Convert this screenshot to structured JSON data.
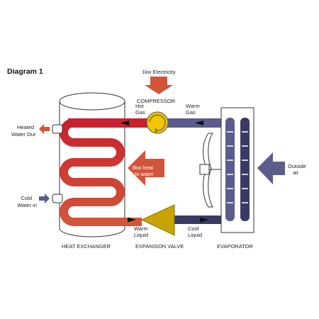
{
  "title": "Diagram 1",
  "colors": {
    "hot": "#c8202e",
    "warm": "#d2553a",
    "cold": "#5b5b8c",
    "heat_arrow": "#d2553a",
    "valve": "#c9a400",
    "compressor": "#f0c800",
    "evap_tube": "#3a3a66",
    "outline": "#333333"
  },
  "labels": {
    "electricity": "1kw Electricity",
    "compressor": "COMPRESSOR",
    "hot_gas_1": "Hot",
    "hot_gas_2": "Gas",
    "warm_gas_1": "Warm",
    "warm_gas_2": "Gas",
    "heated_water_1": "Heated",
    "heated_water_2": "Water Out",
    "cold_water_1": "Cold",
    "cold_water_2": "Water in",
    "heat_1": "3kw heat",
    "heat_2": "to water",
    "outside_air_1": "Outside",
    "outside_air_2": "air",
    "warm_liquid_1": "Warm",
    "warm_liquid_2": "Liquid",
    "cool_liquid_1": "Cool",
    "cool_liquid_2": "Liquid",
    "heat_exchanger": "HEAT EXCHANGER",
    "expansion_valve": "EXPANSION VALVE",
    "evaporator": "EVAPORATOR"
  }
}
